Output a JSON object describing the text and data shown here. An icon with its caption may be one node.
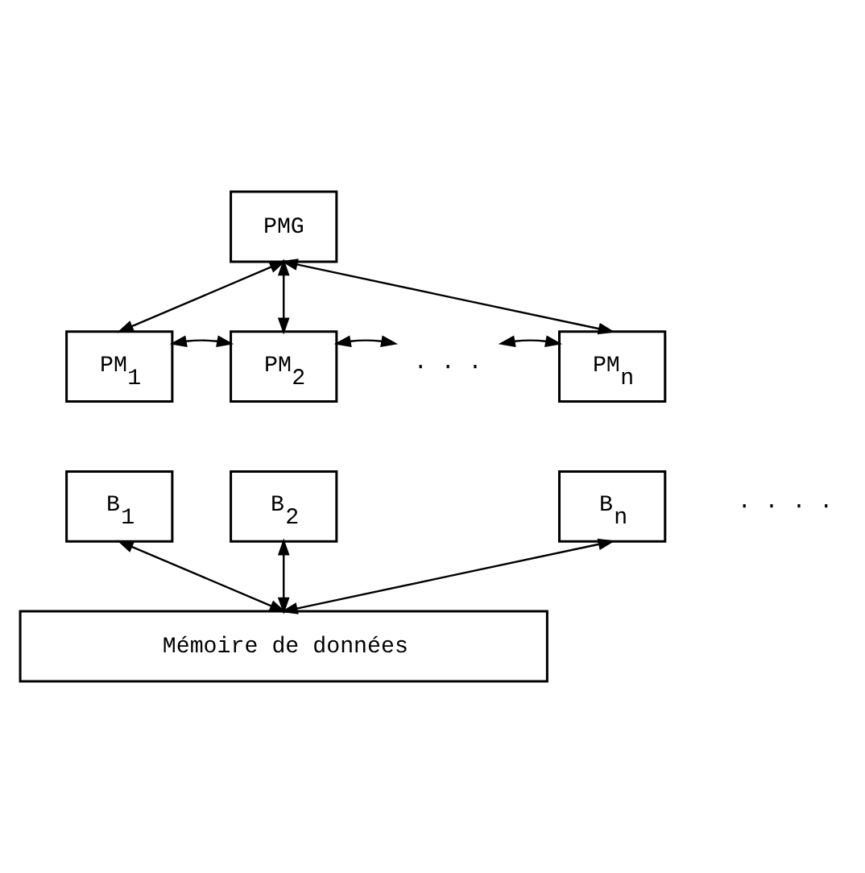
{
  "diagram": {
    "nodes": [
      {
        "text": [
          "PMG"
        ]
      },
      {
        "text": [
          "PM$_{1}$"
        ]
      },
      {
        "text": [
          "PM$_{2}$"
        ]
      },
      {
        "text": [
          "· · ·"
        ]
      },
      {
        "text": [
          "PM$_{n}$"
        ]
      },
      {
        "text": [
          "B$_{1}$"
        ]
      },
      {
        "text": [
          "B$_{2}$"
        ]
      },
      {
        "text": [
          "B$_{n}$"
        ]
      },
      {
        "text": [
          "Mémoire de données"
        ]
      }
    ],
    "edges": [
      {
        "from": 0,
        "to": 1,
        "arrow": "both"
      },
      {
        "from": 0,
        "to": 2,
        "arrow": "both"
      },
      {
        "from": 0,
        "to": 4,
        "arrow": "both"
      },
      {
        "from": 1,
        "to": 2,
        "arrow": "both"
      },
      {
        "from": 2,
        "to": 3,
        "arrow": "both"
      },
      {
        "from": 3,
        "to": 4,
        "arrow": "both"
      },
      {
        "from": 5,
        "to": 8,
        "arrow": "both"
      },
      {
        "from": 6,
        "to": 8,
        "arrow": "both"
      },
      {
        "from": 7,
        "to": 8,
        "arrow": "both"
      }
    ],
    "labels": [
      "· · · ·"
    ]
  }
}
